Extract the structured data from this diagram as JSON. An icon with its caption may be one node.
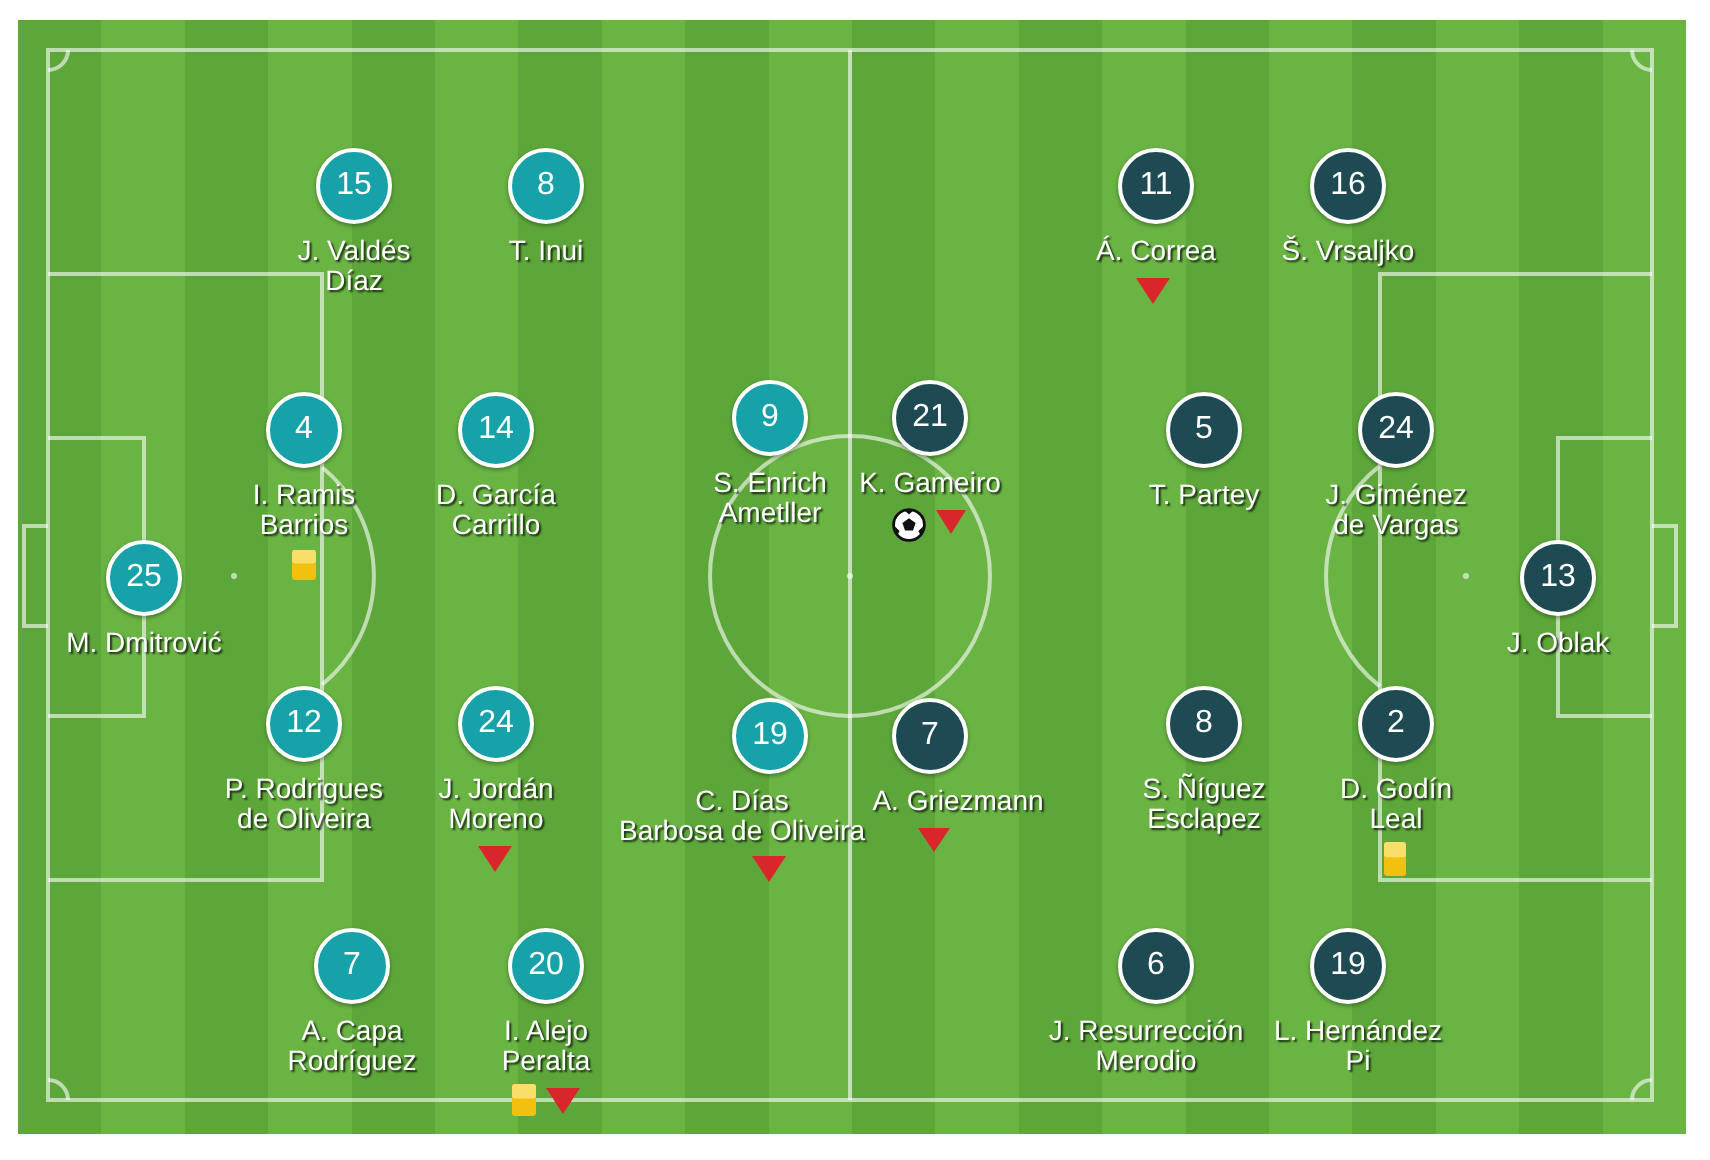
{
  "diagram": {
    "nodes": [
      {
        "text": [
          "15"
        ],
        "beside": [
          "J. Valdés Díaz"
        ]
      },
      {
        "text": [
          "8"
        ],
        "beside": [
          "T. Inui"
        ]
      },
      {
        "text": [
          "11"
        ],
        "beside": [
          "Á. Correa"
        ]
      },
      {
        "text": [
          "16"
        ],
        "beside": [
          "Š. Vrsaljko"
        ]
      },
      {
        "text": [
          "4"
        ],
        "beside": [
          "I. Ramis Barrios"
        ]
      },
      {
        "text": [
          "14"
        ],
        "beside": [
          "D. García Carrillo"
        ]
      },
      {
        "text": [
          "9"
        ],
        "beside": [
          "S. Enrich Ametller"
        ]
      },
      {
        "text": [
          "21"
        ],
        "beside": [
          "K. Gameiro"
        ]
      },
      {
        "text": [
          "5"
        ],
        "beside": [
          "T. Partey"
        ]
      },
      {
        "text": [
          "24"
        ],
        "beside": [
          "J. Giménez de Vargas"
        ]
      },
      {
        "text": [
          "25"
        ],
        "beside": [
          "M. Dmitrović"
        ]
      },
      {
        "text": [
          "13"
        ],
        "beside": [
          "J. Oblak"
        ]
      },
      {
        "text": [
          "12"
        ],
        "beside": [
          "P. Rodrigues de Oliveira"
        ]
      },
      {
        "text": [
          "24"
        ],
        "beside": [
          "J. Jordán Moreno"
        ]
      },
      {
        "text": [
          "19"
        ],
        "beside": [
          "C. Días Barbosa de Oliveira"
        ]
      },
      {
        "text": [
          "7"
        ],
        "beside": [
          "A. Griezmann"
        ]
      },
      {
        "text": [
          "8"
        ],
        "beside": [
          "S. Ñíguez Esclapez"
        ]
      },
      {
        "text": [
          "2"
        ],
        "beside": [
          "D. Godín Leal"
        ]
      },
      {
        "text": [
          "7"
        ],
        "beside": [
          "A. Capa Rodríguez"
        ]
      },
      {
        "text": [
          "20"
        ],
        "beside": [
          "I. Alejo Peralta"
        ]
      },
      {
        "text": [
          "6"
        ],
        "beside": [
          "J. Resurrección Merodio"
        ]
      },
      {
        "text": [
          "19"
        ],
        "beside": [
          "L. Hernández Pi"
        ]
      }
    ]
  }
}
